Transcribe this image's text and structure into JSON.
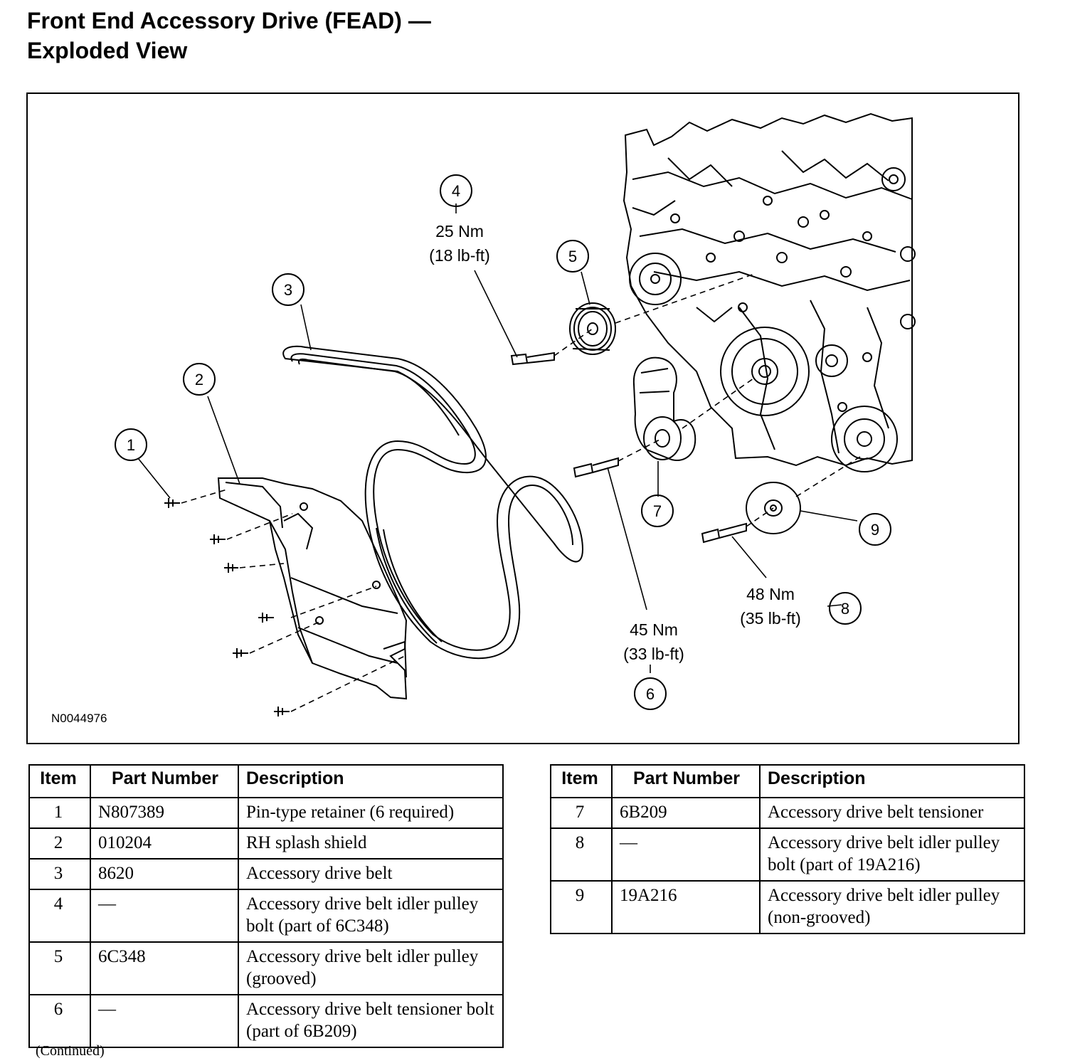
{
  "title": {
    "line1": "Front End Accessory Drive (FEAD) —",
    "line2": "Exploded View"
  },
  "figure_id": "N0044976",
  "callouts": [
    {
      "num": "1"
    },
    {
      "num": "2"
    },
    {
      "num": "3"
    },
    {
      "num": "4"
    },
    {
      "num": "5"
    },
    {
      "num": "6"
    },
    {
      "num": "7"
    },
    {
      "num": "8"
    },
    {
      "num": "9"
    }
  ],
  "torques": {
    "item4": {
      "nm": "25 Nm",
      "lbft": "(18 lb-ft)"
    },
    "item6": {
      "nm": "45 Nm",
      "lbft": "(33 lb-ft)"
    },
    "item8": {
      "nm": "48 Nm",
      "lbft": "(35 lb-ft)"
    }
  },
  "table_headers": {
    "item": "Item",
    "part_number": "Part Number",
    "description": "Description"
  },
  "parts_left": [
    {
      "item": "1",
      "part": "N807389",
      "desc": "Pin-type retainer (6 required)"
    },
    {
      "item": "2",
      "part": "010204",
      "desc": "RH splash shield"
    },
    {
      "item": "3",
      "part": "8620",
      "desc": "Accessory drive belt"
    },
    {
      "item": "4",
      "part": "—",
      "desc": "Accessory drive belt idler pulley bolt (part of 6C348)"
    },
    {
      "item": "5",
      "part": "6C348",
      "desc": "Accessory drive belt idler pulley (grooved)"
    },
    {
      "item": "6",
      "part": "—",
      "desc": "Accessory drive belt tensioner bolt (part of 6B209)"
    }
  ],
  "parts_right": [
    {
      "item": "7",
      "part": "6B209",
      "desc": "Accessory drive belt tensioner"
    },
    {
      "item": "8",
      "part": "—",
      "desc": "Accessory drive belt idler pulley bolt (part of 19A216)"
    },
    {
      "item": "9",
      "part": "19A216",
      "desc": "Accessory drive belt idler pulley (non-grooved)"
    }
  ],
  "continued": "(Continued)"
}
